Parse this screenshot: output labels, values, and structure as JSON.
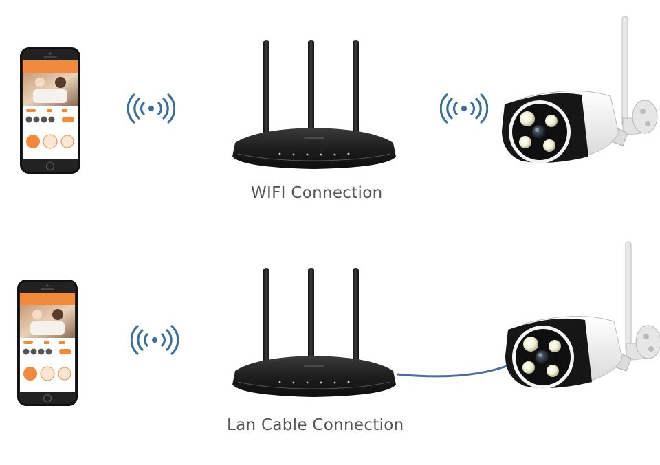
{
  "connections": [
    {
      "caption": "WIFI Connection",
      "link": "wifi"
    },
    {
      "caption": "Lan Cable Connection",
      "link": "lan-cable"
    }
  ],
  "colors": {
    "signal": "#3a6e9c",
    "cable": "#4a6aaa",
    "app_accent": "#f08a3c",
    "router": "#1c1c1c",
    "camera_body": "#f2f2f2"
  },
  "icons": [
    "phone-icon",
    "wifi-signal-icon",
    "router-icon",
    "camera-icon"
  ]
}
